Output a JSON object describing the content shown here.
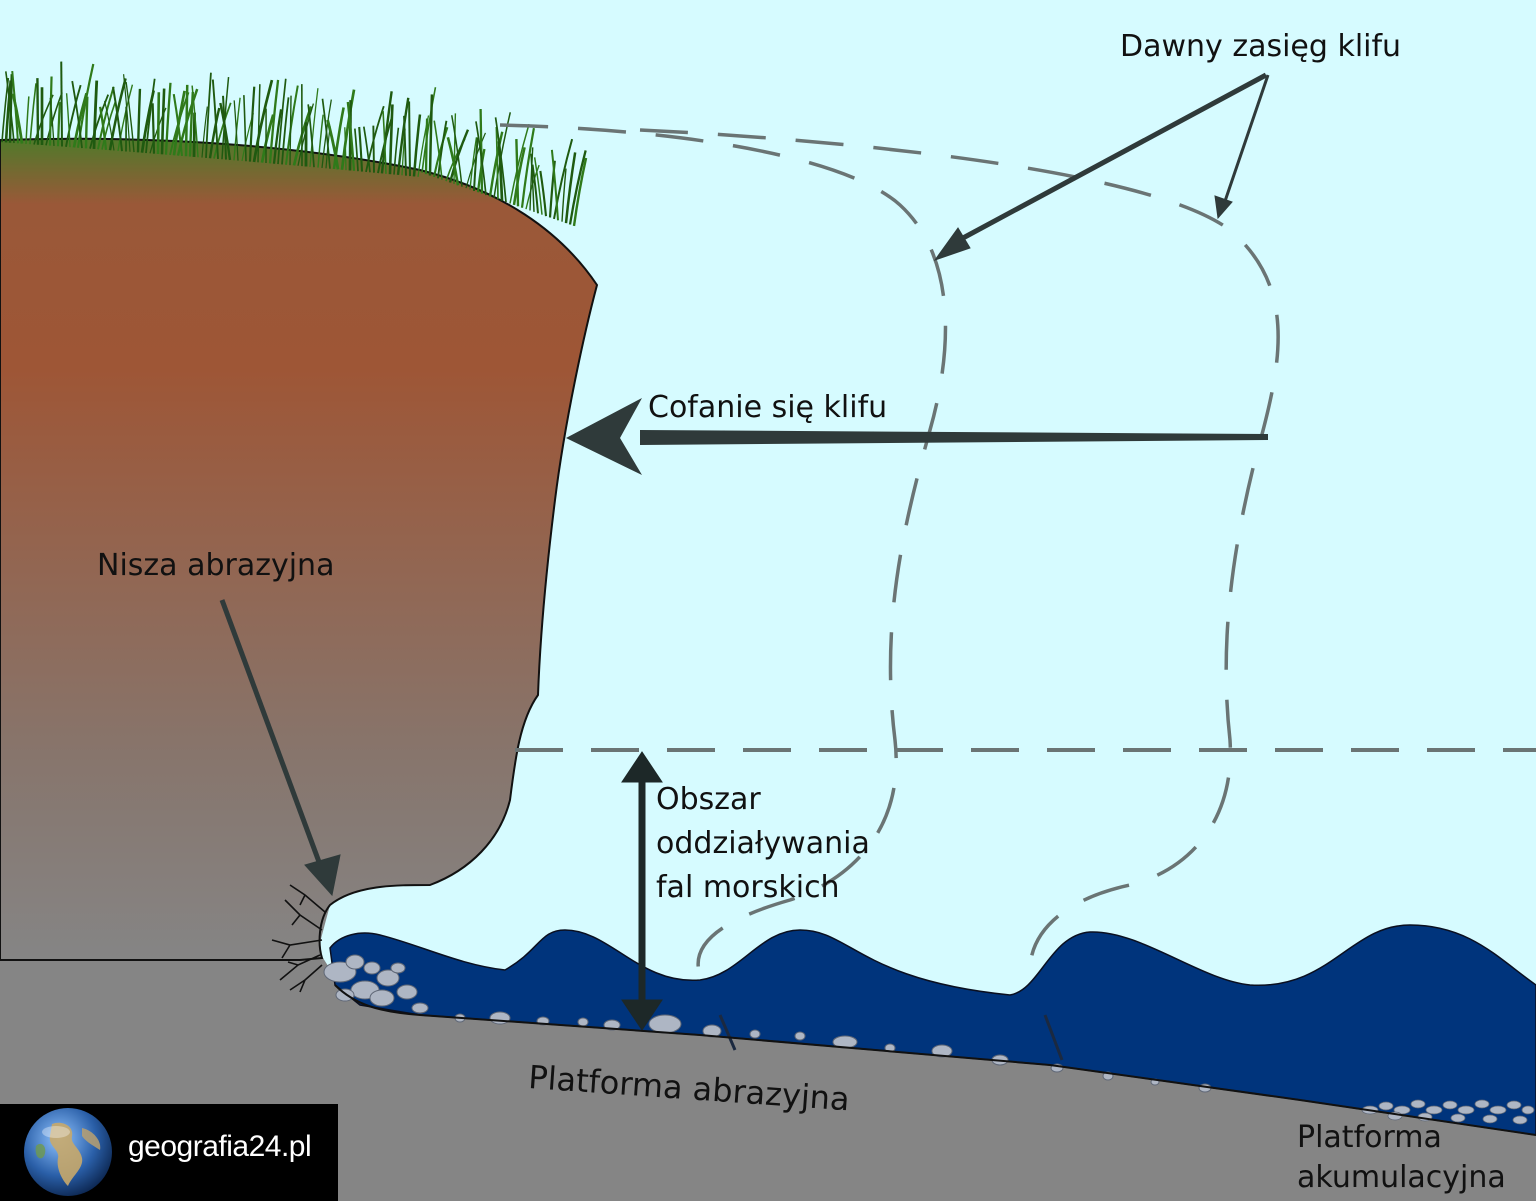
{
  "labels": {
    "former_cliff_extent": "Dawny zasięg klifu",
    "cliff_retreat": "Cofanie się klifu",
    "abrasion_notch": "Nisza abrazyjna",
    "wave_zone": [
      "Obszar",
      "oddziaływania",
      "fal morskich"
    ],
    "abrasion_platform": "Platforma abrazyjna",
    "accumulation_platform": [
      "Platforma",
      "akumulacyjna"
    ]
  },
  "logo": {
    "text": "geografia24.pl",
    "icon": "globe-icon"
  },
  "colors": {
    "sky": "#d6fbff",
    "cliff_top": "#9f5535",
    "cliff_bottom": "#858585",
    "grass": "#2f7a1a",
    "sea": "#00347c",
    "seabed": "#858585",
    "arrow": "#2f3a3a",
    "dashed": "#6a7474"
  }
}
